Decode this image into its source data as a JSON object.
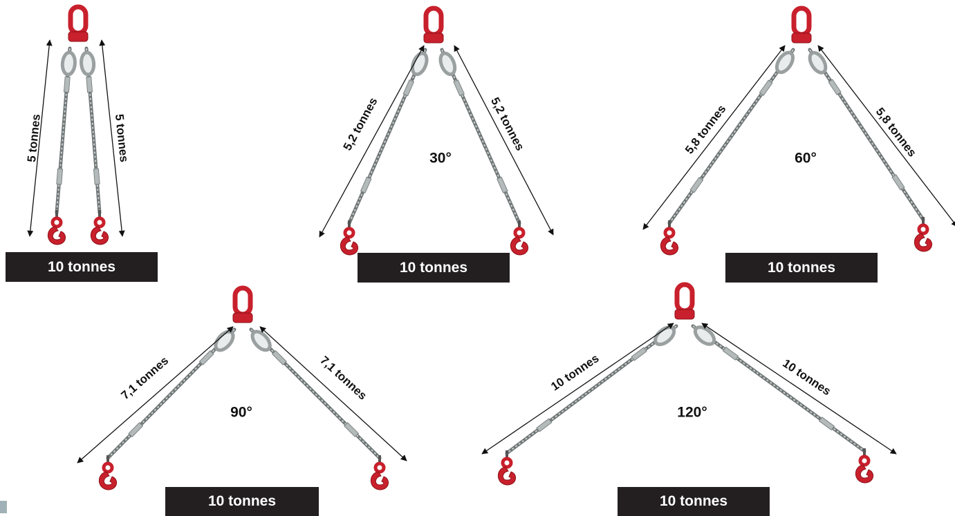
{
  "colors": {
    "hook": "#c8202c",
    "hook_dark": "#8e1119",
    "rope": "#9aa0a0",
    "box": "#231f20",
    "text": "#111111"
  },
  "total_label": "10 tonnes",
  "slings": [
    {
      "id": "0deg",
      "angle_label": "",
      "leg_left": "5 tonnes",
      "leg_right": "5 tonnes",
      "total": "10 tonnes"
    },
    {
      "id": "30deg",
      "angle_label": "30°",
      "leg_left": "5,2 tonnes",
      "leg_right": "5,2 tonnes",
      "total": "10 tonnes"
    },
    {
      "id": "60deg",
      "angle_label": "60°",
      "leg_left": "5,8 tonnes",
      "leg_right": "5,8 tonnes",
      "total": "10 tonnes"
    },
    {
      "id": "90deg",
      "angle_label": "90°",
      "leg_left": "7,1 tonnes",
      "leg_right": "7,1 tonnes",
      "total": "10 tonnes"
    },
    {
      "id": "120deg",
      "angle_label": "120°",
      "leg_left": "10 tonnes",
      "leg_right": "10 tonnes",
      "total": "10 tonnes"
    }
  ]
}
